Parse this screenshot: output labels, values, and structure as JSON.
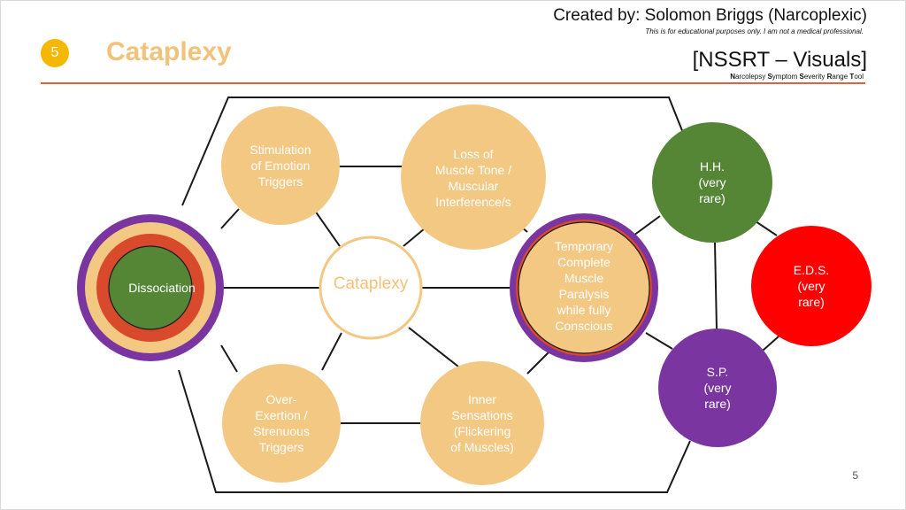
{
  "header": {
    "slide_number": "5",
    "title": "Cataplexy",
    "creator": "Created by: Solomon Briggs (Narcoplexic)",
    "disclaimer": "This is for educational purposes only.  I am not a medical professional.",
    "tool_name": "[NSSRT – Visuals]",
    "tool_subtitle_parts": [
      {
        "bold": "N",
        "rest": "arcolepsy "
      },
      {
        "bold": "S",
        "rest": "ymptom "
      },
      {
        "bold": "S",
        "rest": "everity "
      },
      {
        "bold": "R",
        "rest": "ange "
      },
      {
        "bold": "T",
        "rest": "ool"
      }
    ]
  },
  "colors": {
    "tan": "#f2c883",
    "purple": "#7a35a0",
    "orange_red": "#d9492b",
    "green": "#558636",
    "red": "#ff0000",
    "line": "#1a1a1a",
    "rule": "#d9653f"
  },
  "diagram": {
    "center": {
      "label": "Cataplexy"
    },
    "dissociation": {
      "lines": [
        "Dissociation"
      ]
    },
    "stimulation": {
      "lines": [
        "Stimulation",
        "of Emotion",
        "Triggers"
      ]
    },
    "loss_tone": {
      "lines": [
        "Loss of",
        "Muscle Tone /",
        "Muscular",
        "Interference/s"
      ]
    },
    "paralysis": {
      "lines": [
        "Temporary",
        "Complete",
        "Muscle",
        "Paralysis",
        "while fully",
        "Conscious"
      ]
    },
    "overexertion": {
      "lines": [
        "Over-",
        "Exertion /",
        "Strenuous",
        "Triggers"
      ]
    },
    "inner_sensations": {
      "lines": [
        "Inner",
        "Sensations",
        "(Flickering",
        "of Muscles)"
      ]
    },
    "hh": {
      "lines": [
        "H.H.",
        "(very",
        "rare)"
      ]
    },
    "eds": {
      "lines": [
        "E.D.S.",
        "(very",
        "rare)"
      ]
    },
    "sp": {
      "lines": [
        "S.P.",
        "(very",
        "rare)"
      ]
    }
  },
  "footer": {
    "page_number": "5"
  }
}
